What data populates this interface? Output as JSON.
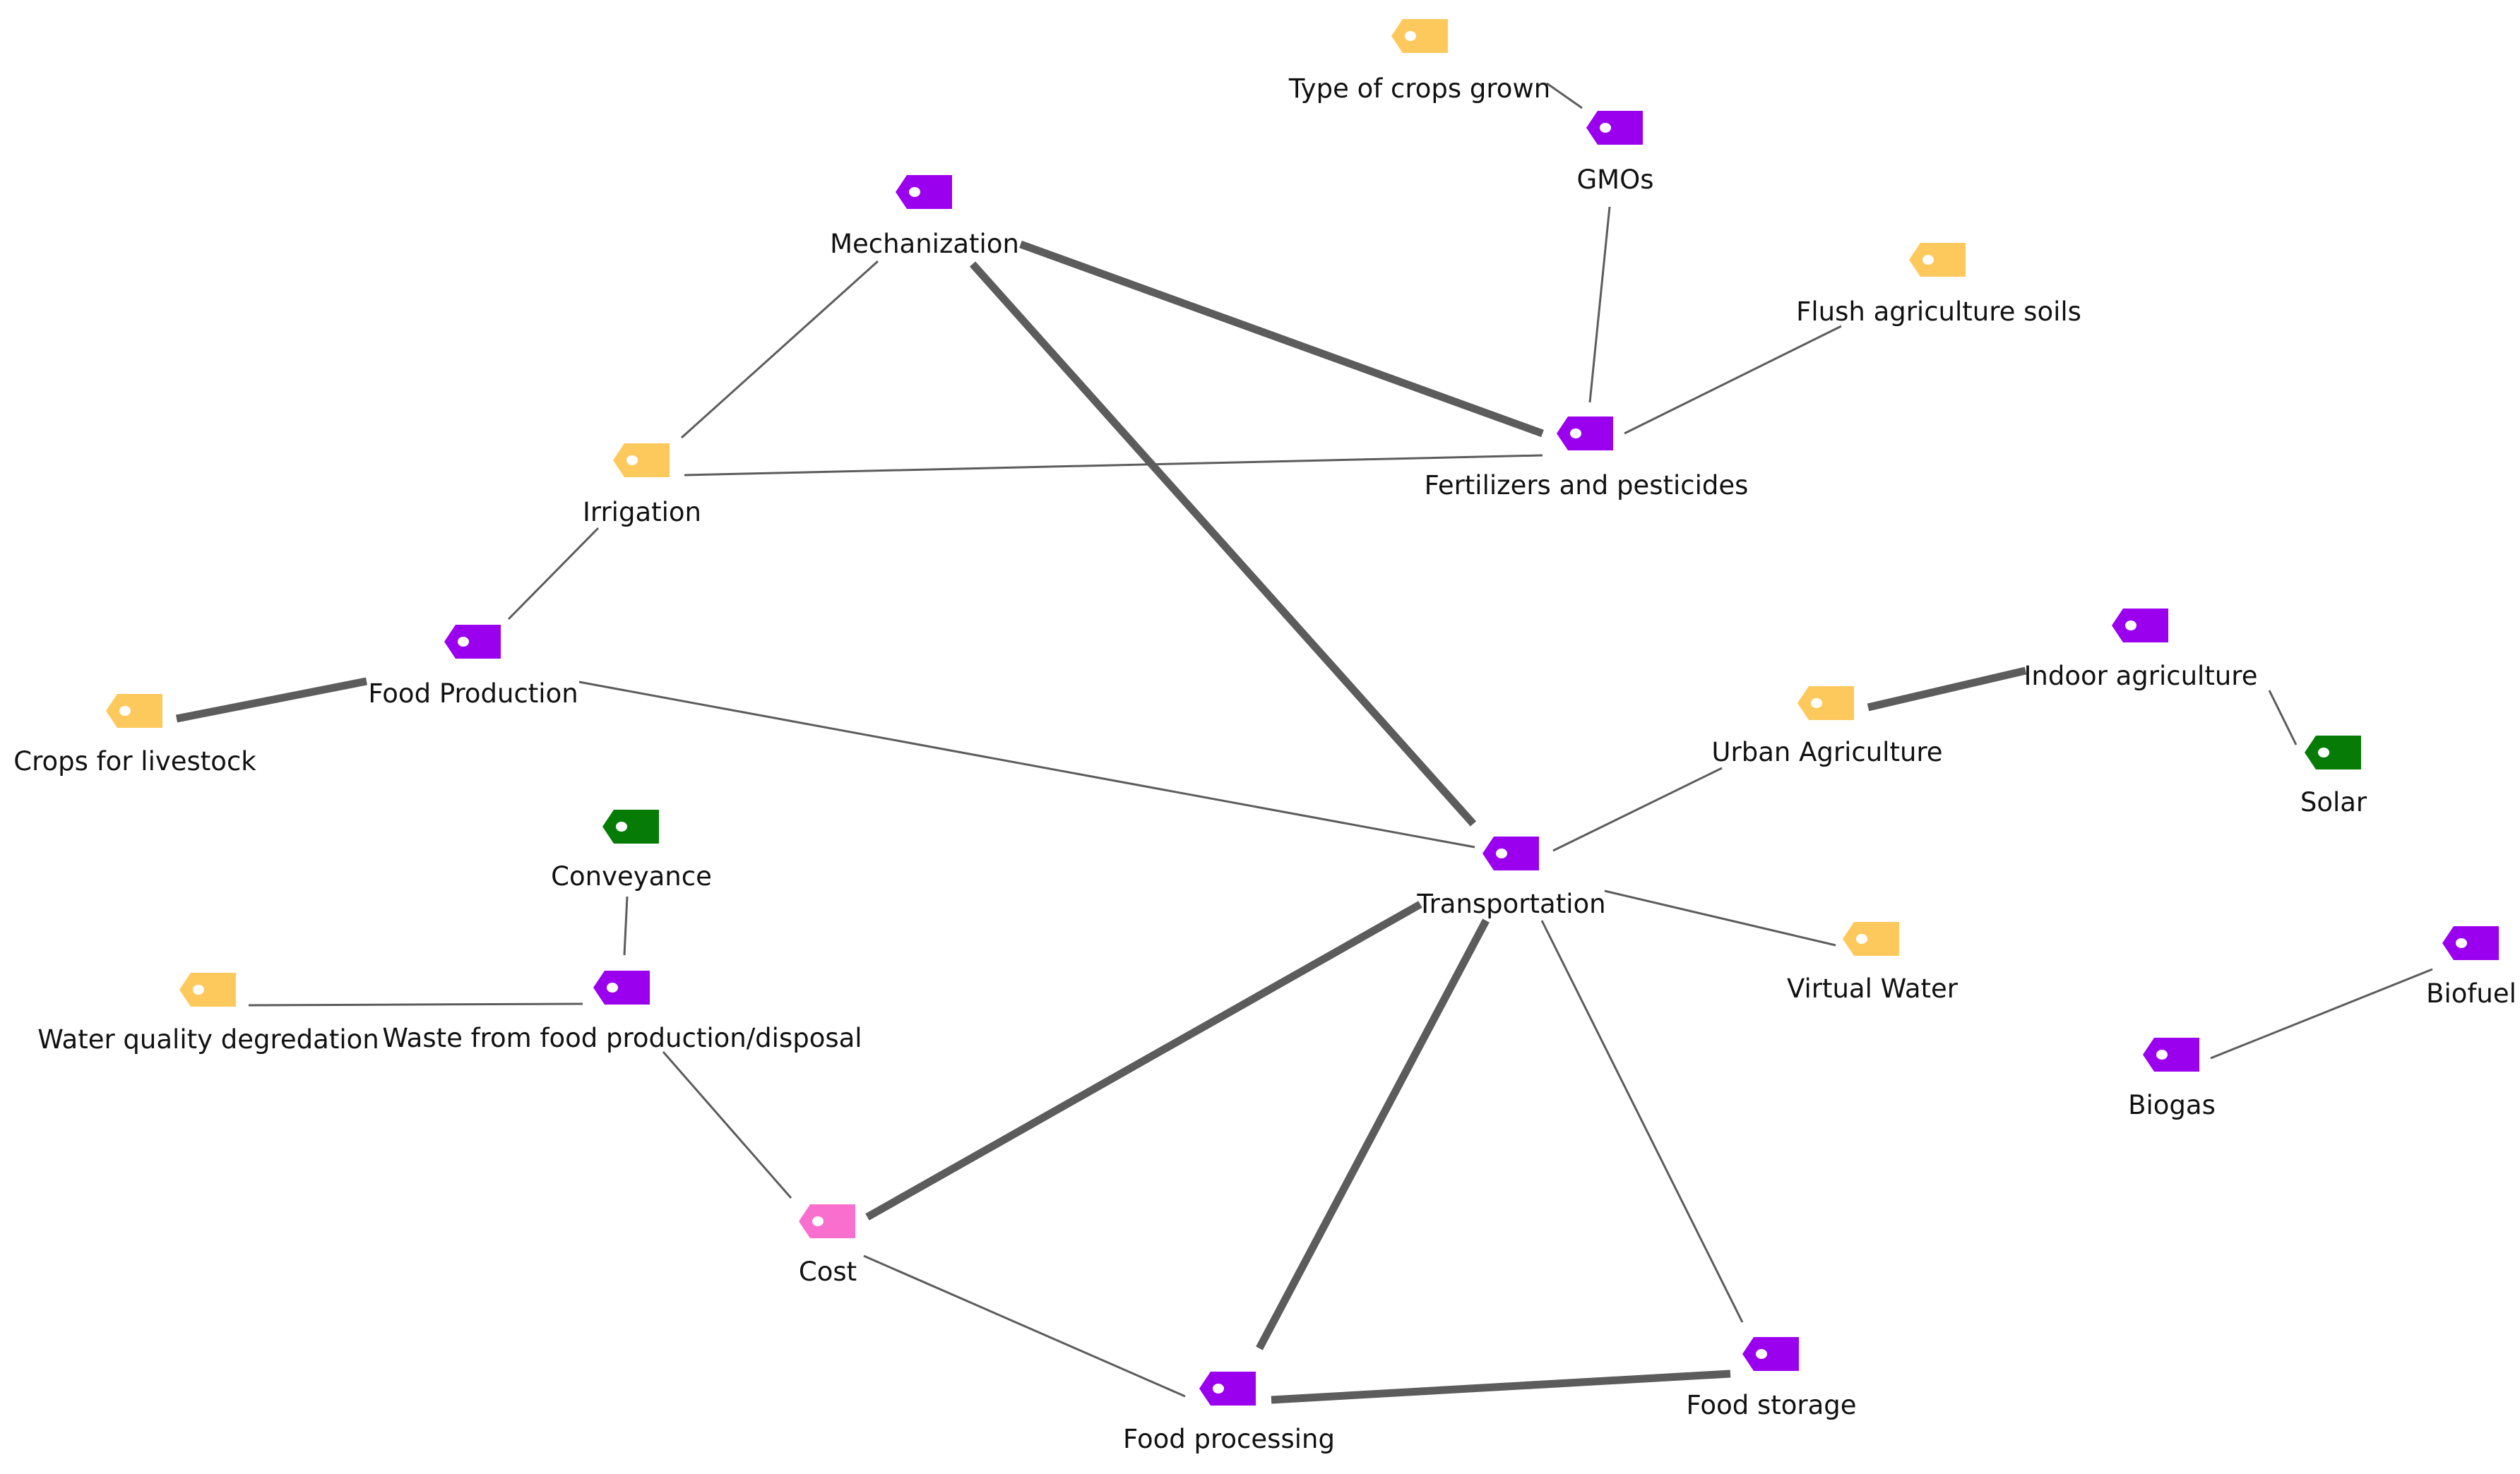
{
  "colors": {
    "yellow": "#fdc95c",
    "purple": "#9b00ee",
    "green": "#067c06",
    "pink": "#f96fce",
    "edge": "#5c5c5c",
    "text": "#111111"
  },
  "nodes": [
    {
      "id": "type_crops",
      "label": "Type of crops grown",
      "color": "yellow"
    },
    {
      "id": "gmos",
      "label": "GMOs",
      "color": "purple"
    },
    {
      "id": "mechanization",
      "label": "Mechanization",
      "color": "purple"
    },
    {
      "id": "flush_soils",
      "label": "Flush agriculture soils",
      "color": "yellow"
    },
    {
      "id": "fertilizers",
      "label": "Fertilizers and pesticides",
      "color": "purple"
    },
    {
      "id": "irrigation",
      "label": "Irrigation",
      "color": "yellow"
    },
    {
      "id": "food_production",
      "label": "Food Production",
      "color": "purple"
    },
    {
      "id": "crops_livestock",
      "label": "Crops for livestock",
      "color": "yellow"
    },
    {
      "id": "indoor_ag",
      "label": "Indoor agriculture",
      "color": "purple"
    },
    {
      "id": "urban_ag",
      "label": "Urban Agriculture",
      "color": "yellow"
    },
    {
      "id": "solar",
      "label": "Solar",
      "color": "green"
    },
    {
      "id": "conveyance",
      "label": "Conveyance",
      "color": "green"
    },
    {
      "id": "transportation",
      "label": "Transportation",
      "color": "purple"
    },
    {
      "id": "water_quality",
      "label": "Water quality degredation",
      "color": "yellow"
    },
    {
      "id": "waste",
      "label": "Waste from food production/disposal",
      "color": "purple"
    },
    {
      "id": "virtual_water",
      "label": "Virtual Water",
      "color": "yellow"
    },
    {
      "id": "biofuel",
      "label": "Biofuel",
      "color": "purple"
    },
    {
      "id": "biogas",
      "label": "Biogas",
      "color": "purple"
    },
    {
      "id": "cost",
      "label": "Cost",
      "color": "pink"
    },
    {
      "id": "food_storage",
      "label": "Food storage",
      "color": "purple"
    },
    {
      "id": "food_processing",
      "label": "Food processing",
      "color": "purple"
    }
  ],
  "edges": [
    {
      "from": "type_crops",
      "to": "gmos",
      "weight": "thin"
    },
    {
      "from": "gmos",
      "to": "fertilizers",
      "weight": "thin"
    },
    {
      "from": "mechanization",
      "to": "fertilizers",
      "weight": "thick"
    },
    {
      "from": "mechanization",
      "to": "irrigation",
      "weight": "thin"
    },
    {
      "from": "mechanization",
      "to": "transportation",
      "weight": "thick"
    },
    {
      "from": "flush_soils",
      "to": "fertilizers",
      "weight": "thin"
    },
    {
      "from": "irrigation",
      "to": "fertilizers",
      "weight": "thin"
    },
    {
      "from": "irrigation",
      "to": "food_production",
      "weight": "thin"
    },
    {
      "from": "food_production",
      "to": "crops_livestock",
      "weight": "thick"
    },
    {
      "from": "food_production",
      "to": "transportation",
      "weight": "thin"
    },
    {
      "from": "urban_ag",
      "to": "indoor_ag",
      "weight": "thick"
    },
    {
      "from": "indoor_ag",
      "to": "solar",
      "weight": "thin"
    },
    {
      "from": "urban_ag",
      "to": "transportation",
      "weight": "thin"
    },
    {
      "from": "transportation",
      "to": "virtual_water",
      "weight": "thin"
    },
    {
      "from": "conveyance",
      "to": "waste",
      "weight": "thin"
    },
    {
      "from": "water_quality",
      "to": "waste",
      "weight": "thin"
    },
    {
      "from": "waste",
      "to": "cost",
      "weight": "thin"
    },
    {
      "from": "cost",
      "to": "transportation",
      "weight": "thick"
    },
    {
      "from": "cost",
      "to": "food_processing",
      "weight": "thin"
    },
    {
      "from": "transportation",
      "to": "food_processing",
      "weight": "thick"
    },
    {
      "from": "transportation",
      "to": "food_storage",
      "weight": "thin"
    },
    {
      "from": "food_processing",
      "to": "food_storage",
      "weight": "thick"
    },
    {
      "from": "biogas",
      "to": "biofuel",
      "weight": "thin"
    }
  ]
}
